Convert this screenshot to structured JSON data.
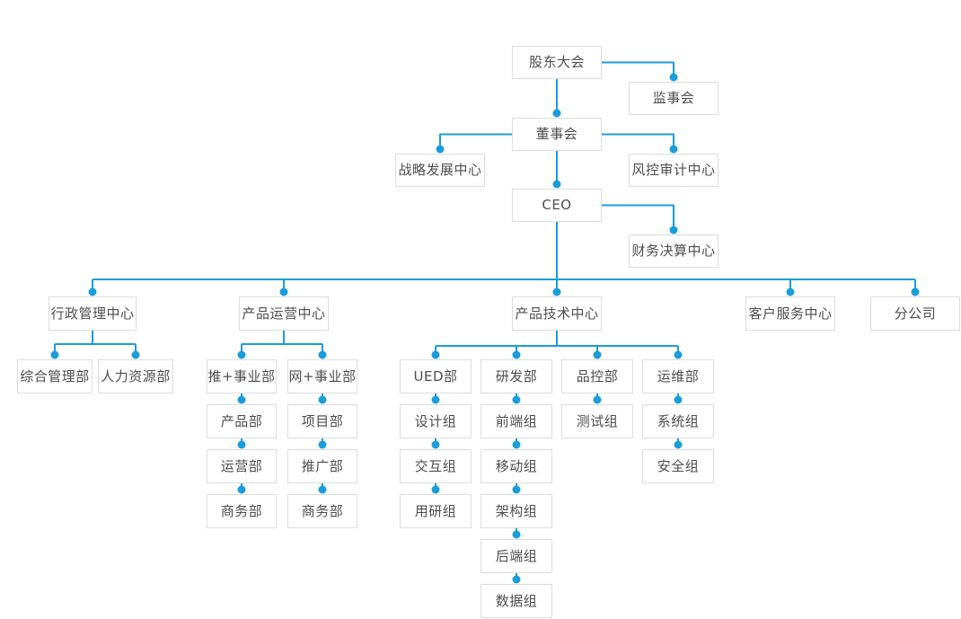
{
  "colors": {
    "line": "#1b9dd9",
    "dot": "#1b9dd9",
    "node_border": "#dcdcdc",
    "node_background": "#ffffff",
    "node_text": "#4d4d4d"
  },
  "nodes": {
    "shareholders": "股东大会",
    "supervisory": "监事会",
    "board": "董事会",
    "strategy": "战略发展中心",
    "risk": "风控审计中心",
    "ceo": "CEO",
    "finance": "财务决算中心",
    "admin_center": "行政管理中心",
    "product_ops_center": "产品运营中心",
    "product_tech_center": "产品技术中心",
    "customer_service_center": "客户服务中心",
    "branch": "分公司",
    "general_admin": "综合管理部",
    "hr": "人力资源部",
    "tui_division": "推+事业部",
    "wang_division": "网+事业部",
    "product_dept": "产品部",
    "project_dept": "项目部",
    "ops_dept": "运营部",
    "promotion_dept": "推广部",
    "biz_dept_1": "商务部",
    "biz_dept_2": "商务部",
    "ued_dept": "UED部",
    "rd_dept": "研发部",
    "qc_dept": "品控部",
    "om_dept": "运维部",
    "design_group": "设计组",
    "frontend_group": "前端组",
    "test_group": "测试组",
    "system_group": "系统组",
    "interaction_group": "交互组",
    "mobile_group": "移动组",
    "security_group": "安全组",
    "user_research_group": "用研组",
    "architecture_group": "架构组",
    "backend_group": "后端组",
    "data_group": "数据组"
  },
  "hierarchy": {
    "vertical_edges": [
      [
        "shareholders",
        "board"
      ],
      [
        "board",
        "ceo"
      ],
      [
        "tui_division",
        "product_dept"
      ],
      [
        "product_dept",
        "ops_dept"
      ],
      [
        "ops_dept",
        "biz_dept_1"
      ],
      [
        "wang_division",
        "project_dept"
      ],
      [
        "project_dept",
        "promotion_dept"
      ],
      [
        "promotion_dept",
        "biz_dept_2"
      ],
      [
        "ued_dept",
        "design_group"
      ],
      [
        "design_group",
        "interaction_group"
      ],
      [
        "interaction_group",
        "user_research_group"
      ],
      [
        "rd_dept",
        "frontend_group"
      ],
      [
        "frontend_group",
        "mobile_group"
      ],
      [
        "mobile_group",
        "architecture_group"
      ],
      [
        "architecture_group",
        "backend_group"
      ],
      [
        "backend_group",
        "data_group"
      ],
      [
        "qc_dept",
        "test_group"
      ],
      [
        "om_dept",
        "system_group"
      ],
      [
        "system_group",
        "security_group"
      ]
    ],
    "side_edges": [
      {
        "from": "shareholders",
        "to": "supervisory",
        "side": "right"
      },
      {
        "from": "board",
        "to": "strategy",
        "side": "left"
      },
      {
        "from": "board",
        "to": "risk",
        "side": "right"
      },
      {
        "from": "ceo",
        "to": "finance",
        "side": "right"
      }
    ],
    "fan_edges": [
      {
        "from": "ceo",
        "children": [
          "admin_center",
          "product_ops_center",
          "product_tech_center",
          "customer_service_center",
          "branch"
        ]
      },
      {
        "from": "admin_center",
        "children": [
          "general_admin",
          "hr"
        ]
      },
      {
        "from": "product_ops_center",
        "children": [
          "tui_division",
          "wang_division"
        ]
      },
      {
        "from": "product_tech_center",
        "children": [
          "ued_dept",
          "rd_dept",
          "qc_dept",
          "om_dept"
        ]
      }
    ]
  }
}
